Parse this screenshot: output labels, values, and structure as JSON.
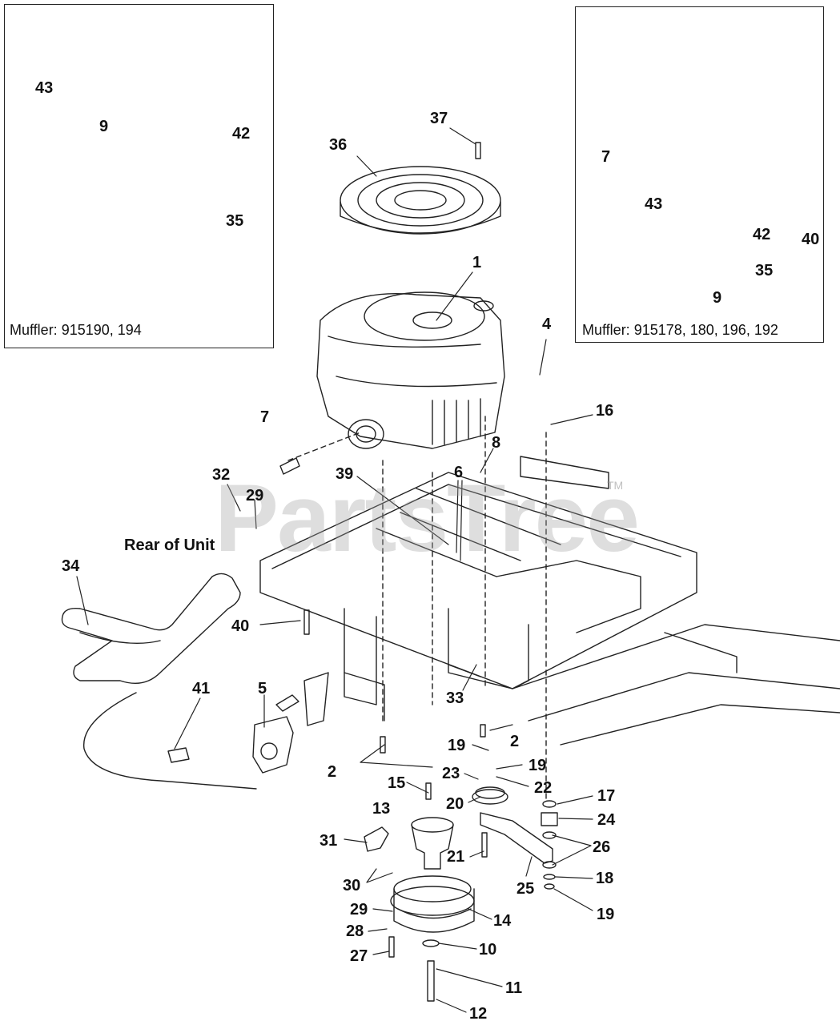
{
  "insets": {
    "left_caption": "Muffler: 915190, 194",
    "right_caption": "Muffler: 915178, 180, 196, 192"
  },
  "notes": {
    "rear_of_unit": "Rear of Unit"
  },
  "watermark": {
    "text": "PartsTree",
    "trademark": "TM"
  },
  "callouts": {
    "c43_left": "43",
    "c9_left": "9",
    "c42_left": "42",
    "c35_left": "35",
    "c37": "37",
    "c36": "36",
    "c1": "1",
    "c4": "4",
    "c16": "16",
    "c7_main": "7",
    "c8": "8",
    "c6": "6",
    "c39": "39",
    "c32": "32",
    "c29_top": "29",
    "c34": "34",
    "c40_main": "40",
    "c41": "41",
    "c5": "5",
    "c33": "33",
    "c2_left": "2",
    "c2_right": "2",
    "c19_a": "19",
    "c19_b": "19",
    "c23": "23",
    "c22": "22",
    "c15": "15",
    "c20": "20",
    "c17": "17",
    "c24": "24",
    "c13": "13",
    "c26": "26",
    "c31": "31",
    "c21": "21",
    "c25": "25",
    "c18": "18",
    "c30": "30",
    "c19_c": "19",
    "c29_bottom": "29",
    "c14": "14",
    "c28": "28",
    "c10": "10",
    "c27": "27",
    "c11": "11",
    "c12": "12",
    "c7_right": "7",
    "c43_right": "43",
    "c40_right": "40",
    "c42_right": "42",
    "c35_right": "35",
    "c9_right": "9"
  },
  "colors": {
    "ink": "#111111",
    "line": "#222222",
    "watermark": "#a0a0a0"
  }
}
